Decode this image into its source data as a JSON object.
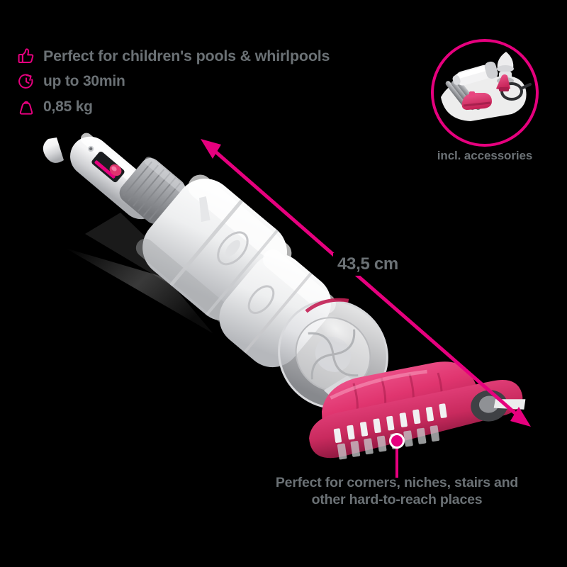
{
  "colors": {
    "accent_pink": "#e6007e",
    "text_gray": "#6b7175",
    "background": "#000000",
    "product_white": "#f2f2f2",
    "product_gray": "#9a9a9a"
  },
  "features": [
    {
      "icon": "thumbs-up-icon",
      "label": "Perfect for children's pools & whirlpools"
    },
    {
      "icon": "stopwatch-icon",
      "label": "up to 30min"
    },
    {
      "icon": "weight-icon",
      "label": "0,85 kg"
    }
  ],
  "accessories": {
    "caption": "incl. accessories",
    "icon": "accessories-photo"
  },
  "dimension": {
    "label": "43,5 cm",
    "arrow_icon": "double-headed-arrow-icon"
  },
  "callout": {
    "dot_icon": "callout-dot-icon",
    "line1": "Perfect for corners, niches, stairs and",
    "line2": "other hard-to-reach places"
  },
  "product": {
    "name": "cordless-pool-vacuum-cleaner",
    "brush_head_color": "#e0356f"
  }
}
